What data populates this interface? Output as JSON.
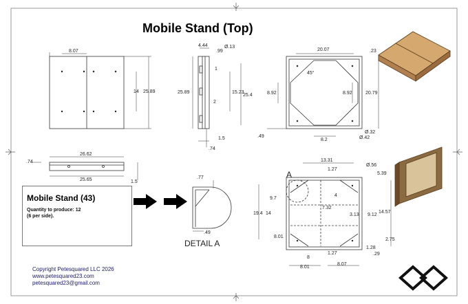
{
  "title": "Mobile Stand (Top)",
  "detail_label": "DETAIL A",
  "detail_marker": "A",
  "info": {
    "name": "Mobile Stand (43)",
    "quantity_line1": "Quantity to produce: 12",
    "quantity_line2": "(6 per side)."
  },
  "copyright": {
    "line1": "Copyright Petesquared LLC 2026",
    "line2": "www.petesquared23.com",
    "line3": "petesquared23@gmail.com"
  },
  "dims": {
    "front": [
      "8.07",
      "14",
      "25.89"
    ],
    "side": [
      "4.44",
      ".99",
      "Ø.13",
      "1",
      "25.89",
      "15.23",
      "25.4",
      "2",
      "1.5",
      ".74"
    ],
    "plan": [
      "20.07",
      ".23",
      "45°",
      "8.92",
      "8.92",
      "20.79",
      ".49",
      "8.2",
      "Ø.32",
      "Ø.42"
    ],
    "bottom_side": [
      "26.62",
      ".74",
      "25.65",
      "1.5"
    ],
    "detail": [
      ".77",
      ".49"
    ],
    "bottom_view": [
      "13.31",
      "1.27",
      "Ø.56",
      "5.39",
      "9.7",
      "4",
      "19.4",
      "14",
      "7.32",
      "3.13",
      "9.12",
      "14.57",
      "8.01",
      "1.27",
      "2.75",
      "1.28",
      "8",
      ".29",
      "8.01",
      "8.07"
    ]
  }
}
